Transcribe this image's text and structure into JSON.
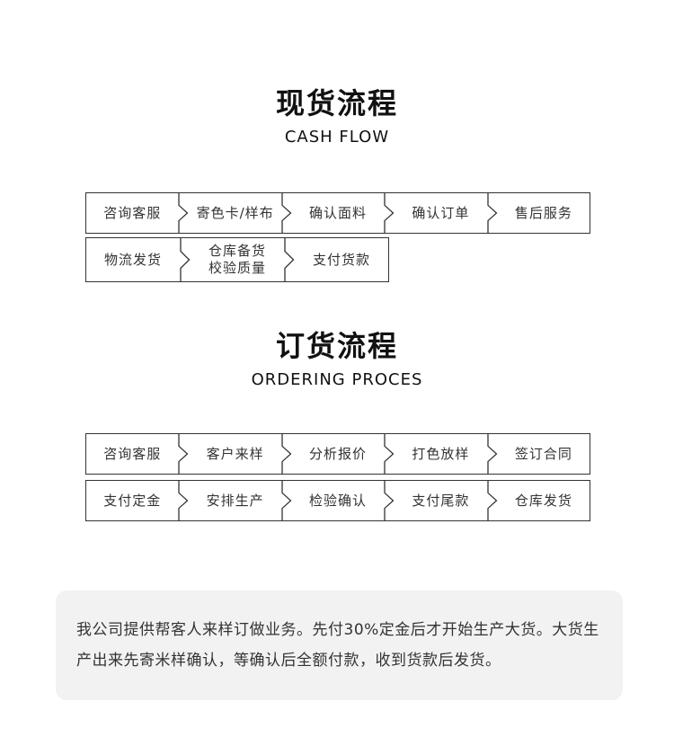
{
  "colors": {
    "border": "#333333",
    "text": "#333333",
    "title": "#111111",
    "note-bg": "#f2f2f2",
    "page-bg": "#ffffff"
  },
  "flows": [
    {
      "title": "现货流程",
      "subtitle": "CASH FLOW",
      "rows": [
        {
          "cells": [
            "咨询客服",
            "寄色卡/样布",
            "确认面料",
            "确认订单",
            "售后服务"
          ]
        },
        {
          "cells": [
            "物流发货",
            "仓库备货\n校验质量",
            "支付货款"
          ]
        }
      ]
    },
    {
      "title": "订货流程",
      "subtitle": "ORDERING PROCES",
      "rows": [
        {
          "cells": [
            "咨询客服",
            "客户来样",
            "分析报价",
            "打色放样",
            "签订合同"
          ]
        },
        {
          "cells": [
            "支付定金",
            "安排生产",
            "检验确认",
            "支付尾款",
            "仓库发货"
          ]
        }
      ]
    }
  ],
  "note": {
    "text": "我公司提供帮客人来样订做业务。先付30%定金后才开始生产大货。大货生产出来先寄米样确认，等确认后全额付款，收到货款后发货。"
  },
  "icons": {
    "divider": "chevron-right-icon"
  }
}
